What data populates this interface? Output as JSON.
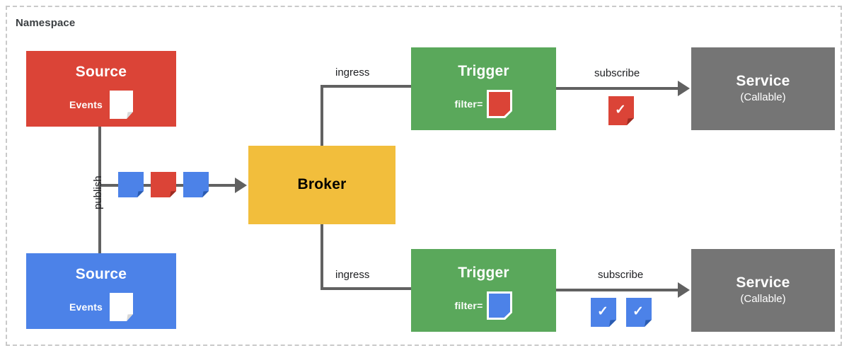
{
  "diagram": {
    "namespace_label": "Namespace",
    "colors": {
      "red": "#DB4437",
      "blue": "#4C82E8",
      "green": "#5AA85B",
      "yellow": "#F2BE3C",
      "grey": "#757575",
      "connector": "#616161",
      "namespace_border": "#c9c9c9",
      "background": "#FFFFFF"
    },
    "nodes": {
      "source_red": {
        "title": "Source",
        "events_label": "Events",
        "event_card_color": "white"
      },
      "source_blue": {
        "title": "Source",
        "events_label": "Events",
        "event_card_color": "white"
      },
      "broker": {
        "title": "Broker"
      },
      "trigger_top": {
        "title": "Trigger",
        "filter_label": "filter=",
        "filter_color": "red"
      },
      "trigger_bottom": {
        "title": "Trigger",
        "filter_label": "filter=",
        "filter_color": "blue"
      },
      "service_top": {
        "title": "Service",
        "subtitle": "(Callable)"
      },
      "service_bottom": {
        "title": "Service",
        "subtitle": "(Callable)"
      }
    },
    "edges": {
      "publish": "publish",
      "ingress_top": "ingress",
      "ingress_bottom": "ingress",
      "subscribe_top": "subscribe",
      "subscribe_bottom": "subscribe"
    },
    "event_stream": {
      "cards": [
        "blue",
        "red",
        "blue"
      ]
    },
    "delivered_events": {
      "top": [
        {
          "color": "red",
          "check": "✓"
        }
      ],
      "bottom": [
        {
          "color": "blue",
          "check": "✓"
        },
        {
          "color": "blue",
          "check": "✓"
        }
      ]
    }
  }
}
